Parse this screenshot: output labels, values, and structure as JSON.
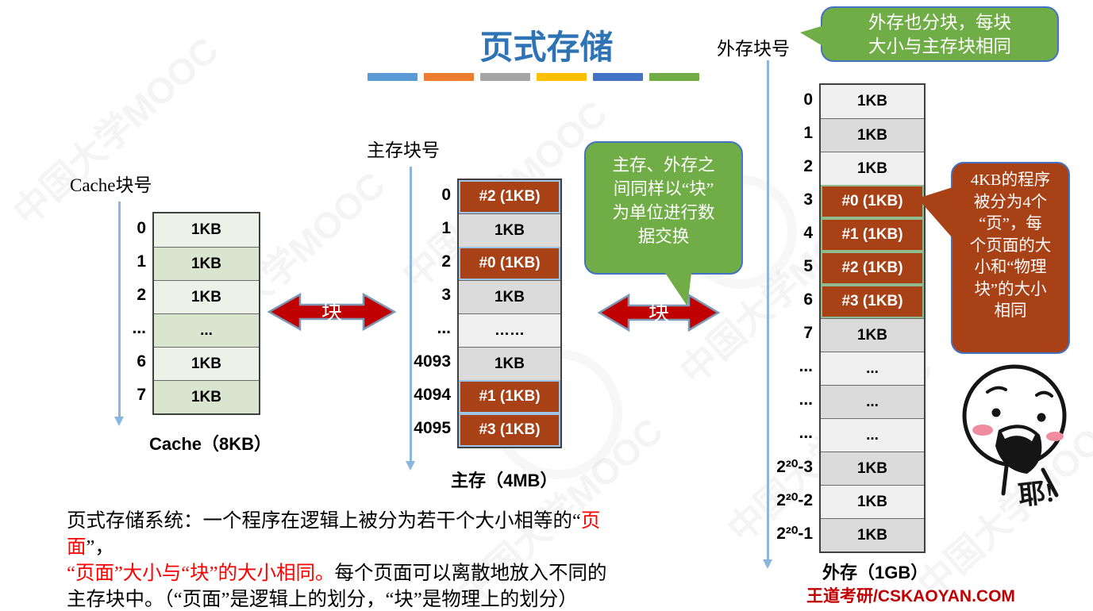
{
  "slide": {
    "title": "页式存储",
    "accent_bar_colors": [
      "#5B9BD5",
      "#ED7D31",
      "#A5A5A5",
      "#FFC000",
      "#4472C4",
      "#70AD47"
    ],
    "watermark_text": "中国大学MOOC",
    "brand_text": "王道考研/CSKAOYAN.COM"
  },
  "cache": {
    "axis_label": "Cache块号",
    "caption": "Cache（8KB）",
    "rows": [
      {
        "index": "0",
        "value": "1KB"
      },
      {
        "index": "1",
        "value": "1KB"
      },
      {
        "index": "2",
        "value": "1KB"
      },
      {
        "index": "...",
        "value": "..."
      },
      {
        "index": "6",
        "value": "1KB"
      },
      {
        "index": "7",
        "value": "1KB"
      }
    ]
  },
  "main_memory": {
    "axis_label": "主存块号",
    "caption": "主存（4MB）",
    "rows": [
      {
        "index": "0",
        "value": "#2 (1KB)",
        "highlight": true
      },
      {
        "index": "1",
        "value": "1KB"
      },
      {
        "index": "2",
        "value": "#0 (1KB)",
        "highlight": true
      },
      {
        "index": "3",
        "value": "1KB"
      },
      {
        "index": "...",
        "value": "……"
      },
      {
        "index": "4093",
        "value": "1KB"
      },
      {
        "index": "4094",
        "value": "#1 (1KB)",
        "highlight": true
      },
      {
        "index": "4095",
        "value": "#3 (1KB)",
        "highlight": true
      }
    ]
  },
  "external_storage": {
    "axis_label": "外存块号",
    "caption": "外存（1GB）",
    "rows": [
      {
        "index": "0",
        "value": "1KB"
      },
      {
        "index": "1",
        "value": "1KB"
      },
      {
        "index": "2",
        "value": "1KB"
      },
      {
        "index": "3",
        "value": "#0 (1KB)",
        "highlight": true
      },
      {
        "index": "4",
        "value": "#1 (1KB)",
        "highlight": true
      },
      {
        "index": "5",
        "value": "#2 (1KB)",
        "highlight": true
      },
      {
        "index": "6",
        "value": "#3 (1KB)",
        "highlight": true
      },
      {
        "index": "7",
        "value": "1KB"
      },
      {
        "index": "...",
        "value": "..."
      },
      {
        "index": "...",
        "value": "..."
      },
      {
        "index": "...",
        "value": "..."
      },
      {
        "index": "2²⁰-3",
        "value": "1KB"
      },
      {
        "index": "2²⁰-2",
        "value": "1KB"
      },
      {
        "index": "2²⁰-1",
        "value": "1KB"
      }
    ]
  },
  "arrows": {
    "left_block_label": "块",
    "right_block_label": "块"
  },
  "callouts": {
    "external_note": "外存也分块，每块\n大小与主存块相同",
    "exchange_note": "主存、外存之\n间同样以“块”\n为单位进行数\n据交换",
    "page_note": "4KB的程序\n被分为4个\n“页”，每\n个页面的大\n小和“物理\n块”的大小\n相同"
  },
  "paragraph": {
    "l1_black": "页式存储系统：一个程序在逻辑上被分为若干个大小相等的“",
    "l1_red": "页面",
    "l1_tail": "”，",
    "l2_red": "“页面”大小与“块”的大小相同。",
    "l2_black": "每个页面可以离散地放入不同的",
    "l3": "主存块中。（“页面”是逻辑上的划分，“块”是物理上的划分）"
  },
  "mascot": {
    "exclamation": "耶!"
  },
  "colors": {
    "title_blue": "#2E74B5",
    "highlight_fill": "#A94117",
    "arrow_red": "#C00000",
    "bubble_green": "#70AD47",
    "bubble_border_blue": "#4472C4",
    "axis_blue": "#8AB6DF",
    "red_text": "#FF0000",
    "brand_red": "#C00000"
  }
}
